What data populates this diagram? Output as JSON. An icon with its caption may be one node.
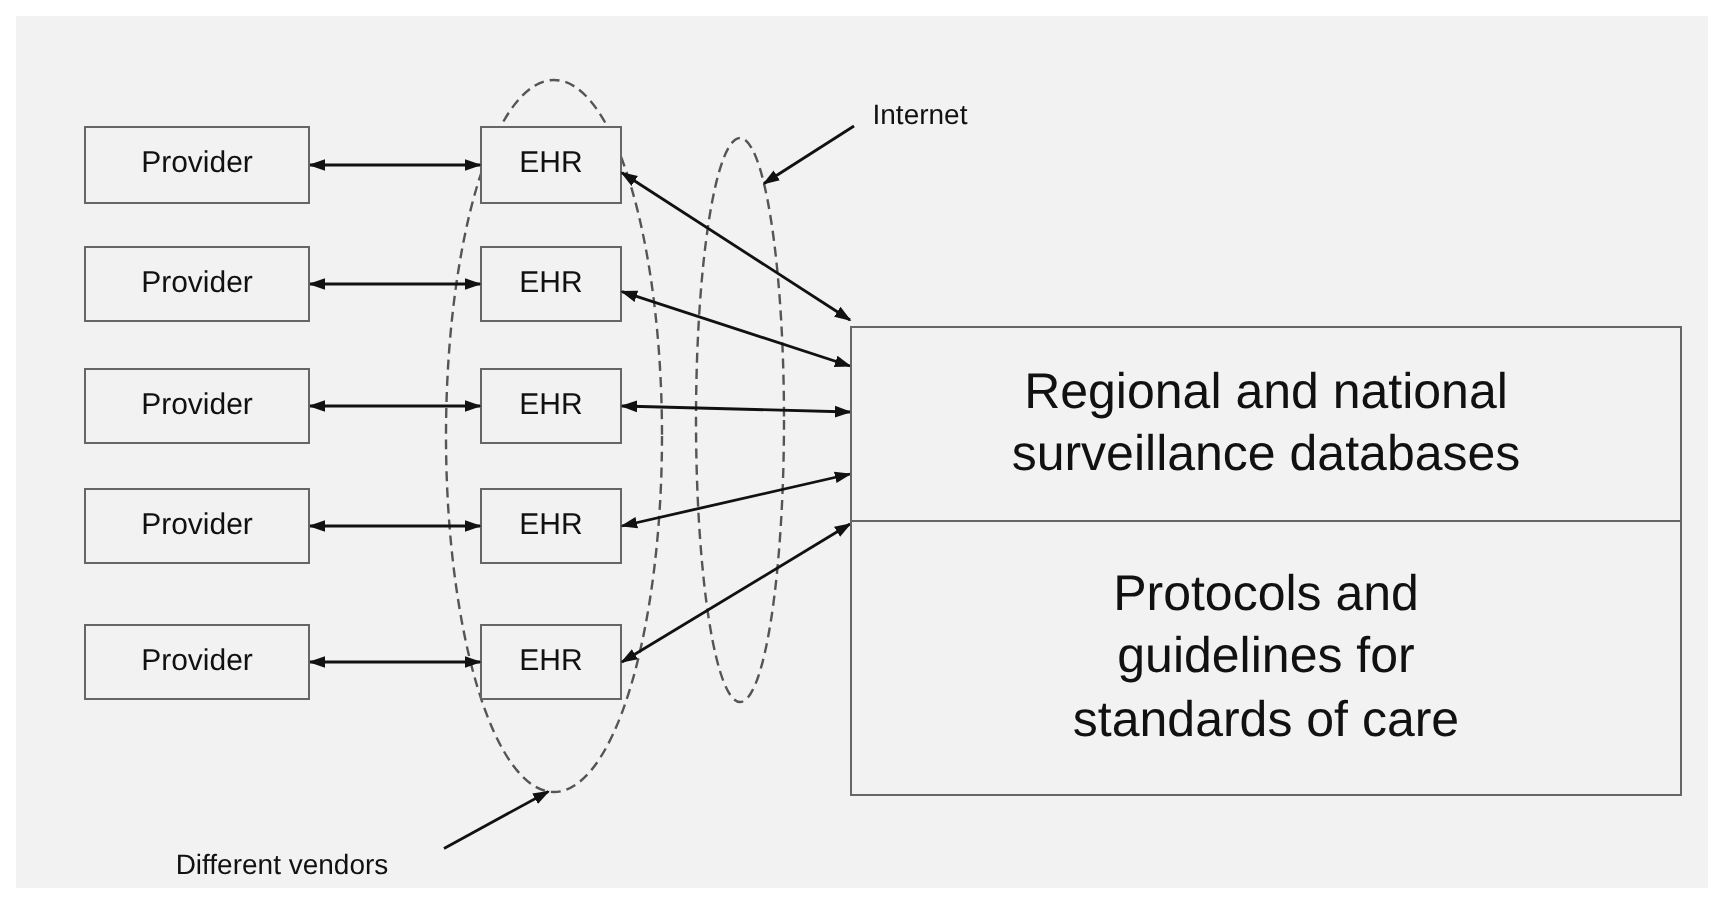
{
  "diagram": {
    "nodes": [
      {
        "text": [
          "Provider"
        ]
      },
      {
        "text": [
          "Provider"
        ]
      },
      {
        "text": [
          "Provider"
        ]
      },
      {
        "text": [
          "Provider"
        ]
      },
      {
        "text": [
          "Provider"
        ]
      },
      {
        "text": [],
        "shape": "ellipse"
      },
      {
        "text": [
          "EHR"
        ],
        "in": 5
      },
      {
        "text": [
          "EHR"
        ],
        "in": 5
      },
      {
        "text": [
          "EHR"
        ],
        "in": 5
      },
      {
        "text": [
          "EHR"
        ],
        "in": 5
      },
      {
        "text": [
          "EHR"
        ],
        "in": 5
      },
      {
        "text": [
          "Regional and national surveillance databases"
        ]
      },
      {
        "text": [
          "Protocols and guidelines for standards of care"
        ]
      },
      {
        "text": [
          "Internet"
        ]
      },
      {
        "text": [
          "Different vendors"
        ]
      }
    ],
    "edges": [
      {
        "from": 0,
        "to": 6,
        "arrow": "both"
      },
      {
        "from": 1,
        "to": 7,
        "arrow": "both"
      },
      {
        "from": 2,
        "to": 8,
        "arrow": "both"
      },
      {
        "from": 3,
        "to": 9,
        "arrow": "both"
      },
      {
        "from": 4,
        "to": 10,
        "arrow": "both"
      },
      {
        "from": 6,
        "to": 11,
        "arrow": "both"
      },
      {
        "from": 7,
        "to": 11,
        "arrow": "both"
      },
      {
        "from": 8,
        "to": 11,
        "arrow": "both"
      },
      {
        "from": 9,
        "to": 11,
        "arrow": "both"
      },
      {
        "from": 10,
        "to": 11,
        "arrow": "both"
      },
      {
        "from": 13,
        "to": null,
        "arrow": "to"
      },
      {
        "from": 14,
        "to": 5,
        "arrow": "to"
      }
    ]
  }
}
